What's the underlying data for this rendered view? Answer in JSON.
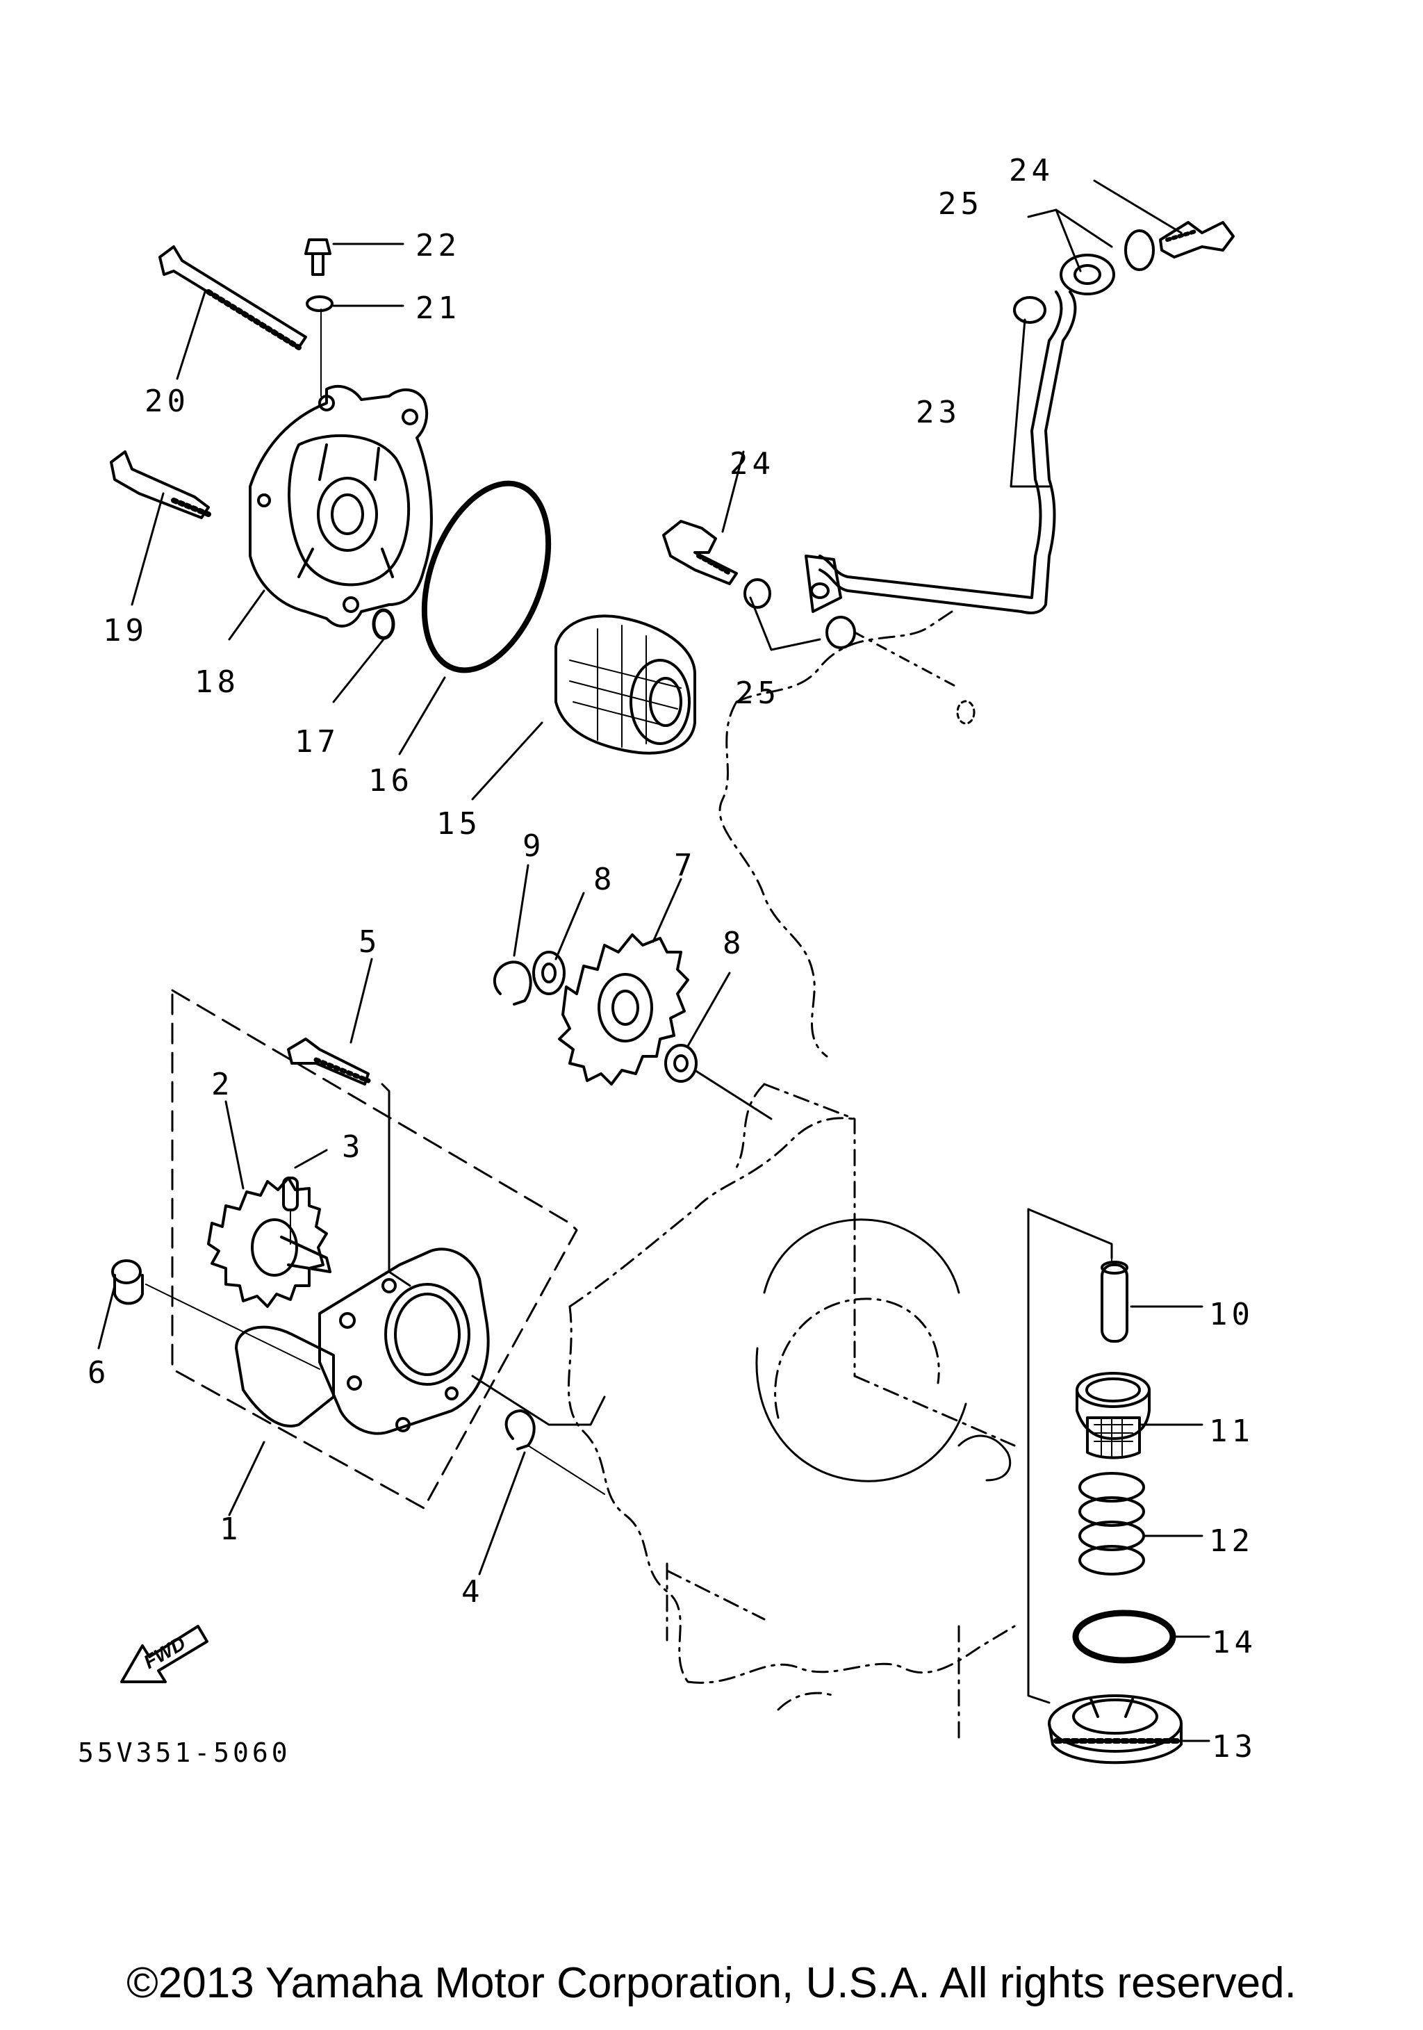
{
  "diagram": {
    "code": "55V351-5060",
    "fwd_label": "FWD",
    "copyright": "©2013 Yamaha Motor Corporation, U.S.A. All rights reserved."
  },
  "callouts": [
    {
      "num": "1"
    },
    {
      "num": "2"
    },
    {
      "num": "3"
    },
    {
      "num": "4"
    },
    {
      "num": "5"
    },
    {
      "num": "6"
    },
    {
      "num": "7"
    },
    {
      "num": "8"
    },
    {
      "num": "8"
    },
    {
      "num": "9"
    },
    {
      "num": "10"
    },
    {
      "num": "11"
    },
    {
      "num": "12"
    },
    {
      "num": "13"
    },
    {
      "num": "14"
    },
    {
      "num": "15"
    },
    {
      "num": "16"
    },
    {
      "num": "17"
    },
    {
      "num": "18"
    },
    {
      "num": "19"
    },
    {
      "num": "20"
    },
    {
      "num": "21"
    },
    {
      "num": "22"
    },
    {
      "num": "23"
    },
    {
      "num": "24"
    },
    {
      "num": "24"
    },
    {
      "num": "25"
    },
    {
      "num": "25"
    }
  ],
  "colors": {
    "ink": "#000000",
    "paper": "#ffffff"
  }
}
